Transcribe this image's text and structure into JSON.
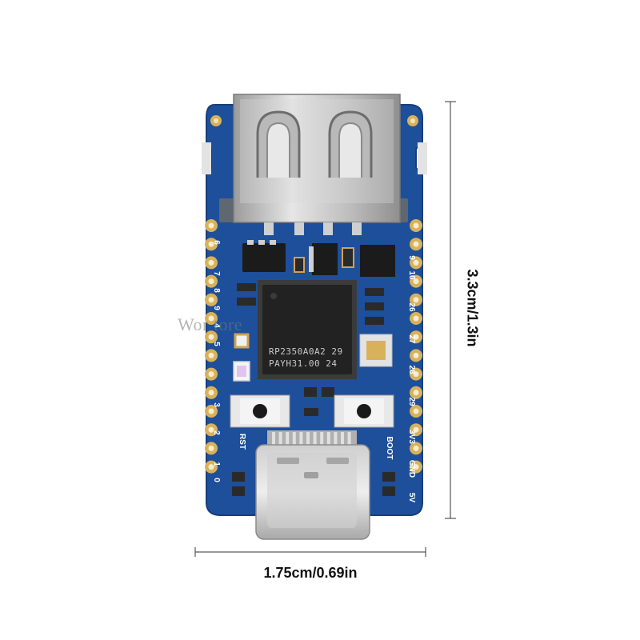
{
  "dimensions": {
    "width_label": "1.75cm/0.69in",
    "height_label": "3.3cm/1.3in"
  },
  "watermark": "Wor         tore",
  "chip": {
    "line1": "RP2350A0A2 29",
    "line2": "PAYH31.00  24"
  },
  "labels_left": [
    "6",
    "7",
    "8",
    "9",
    "4",
    "5",
    "3",
    "2",
    "1",
    "0"
  ],
  "labels_right": [
    "9",
    "10",
    "26",
    "27",
    "28",
    "29",
    "3V3",
    "GND",
    "5V"
  ],
  "buttons": {
    "reset": "RST",
    "boot": "BOOT"
  },
  "colors": {
    "pcb": "#1e4f9a",
    "pcb_edge": "#173e7c",
    "gold": "#d8b25a",
    "silver": "#c4c4c4",
    "chip": "#222222"
  }
}
